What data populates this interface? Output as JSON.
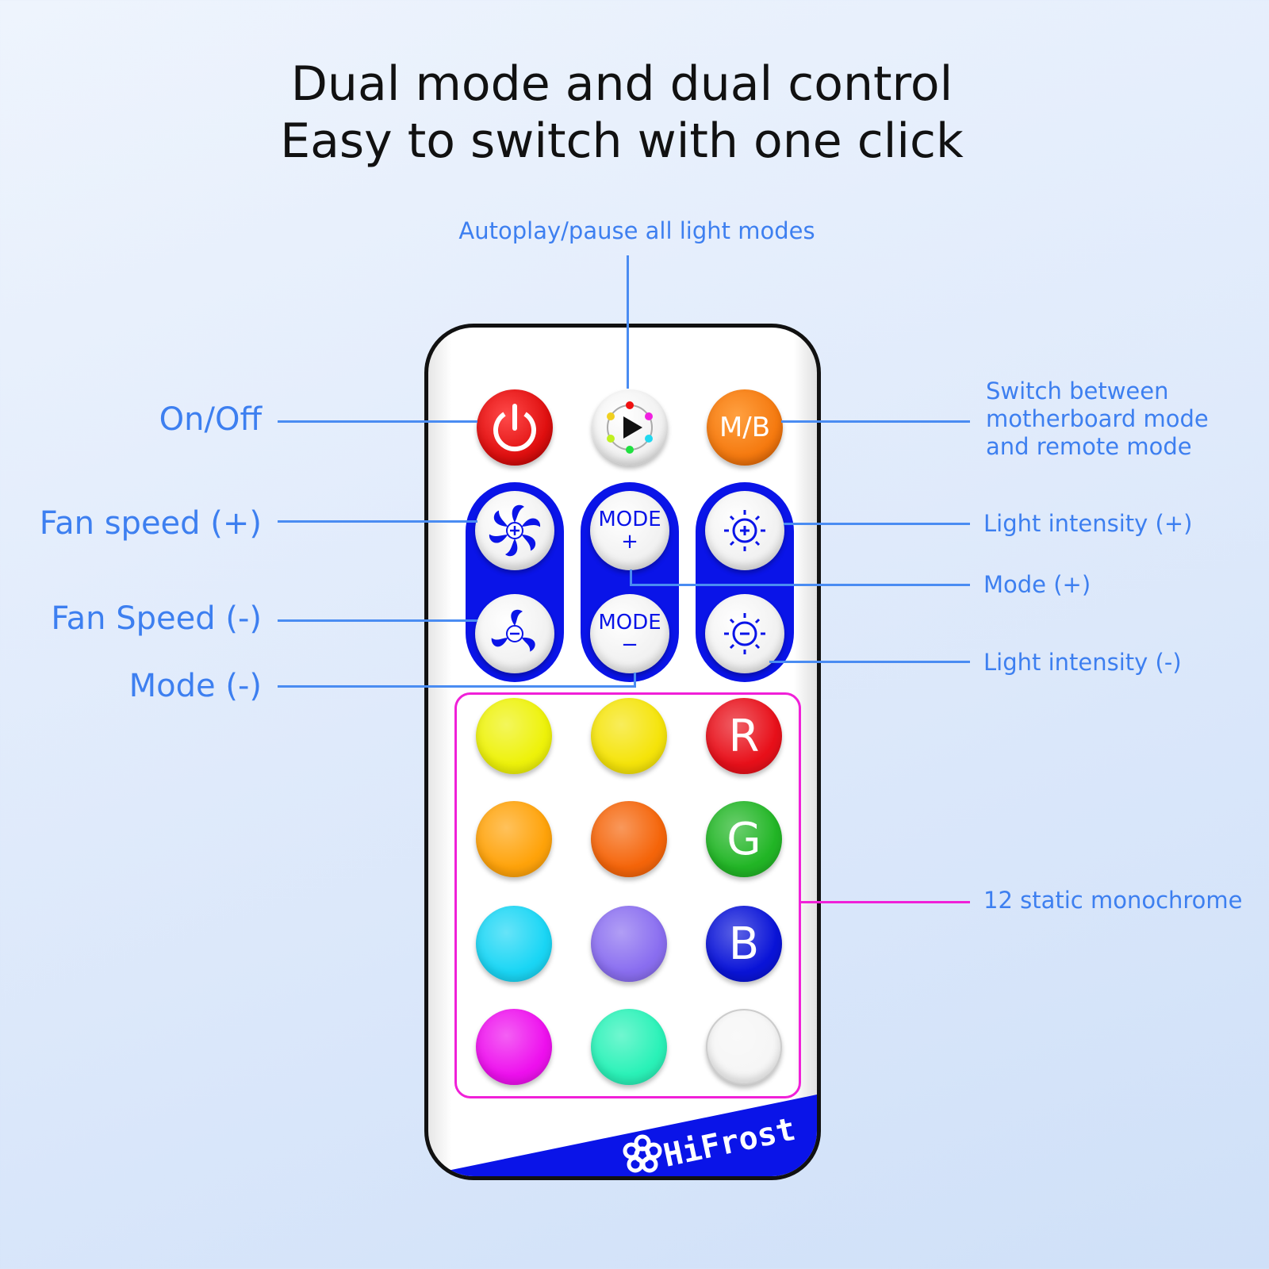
{
  "title": {
    "line1": "Dual mode and dual control",
    "line2": "Easy to switch with one click"
  },
  "callouts": {
    "autoplay": "Autoplay/pause all light modes",
    "on_off": "On/Off",
    "fan_plus": "Fan speed (+)",
    "fan_minus": "Fan Speed (-)",
    "mode_minus": "Mode (-)",
    "switch_mode": [
      "Switch between",
      "motherboard mode",
      "and remote mode"
    ],
    "light_plus": "Light intensity (+)",
    "mode_plus": "Mode (+)",
    "light_minus": "Light intensity (-)",
    "static_colors": "12 static monochrome"
  },
  "remote": {
    "mb_label": "M/B",
    "mode_label": "MODE",
    "plus": "+",
    "minus": "−",
    "brand": "HiFrost",
    "color_buttons": [
      {
        "color": "#eef20a",
        "label": ""
      },
      {
        "color": "#f5e40a",
        "label": ""
      },
      {
        "color": "#e8101a",
        "label": "R"
      },
      {
        "color": "#ffa30a",
        "label": ""
      },
      {
        "color": "#f5650a",
        "label": ""
      },
      {
        "color": "#22b626",
        "label": "G"
      },
      {
        "color": "#1ad6f5",
        "label": ""
      },
      {
        "color": "#8a6ef0",
        "label": ""
      },
      {
        "color": "#0a14d8",
        "label": "B"
      },
      {
        "color": "#ee10ee",
        "label": ""
      },
      {
        "color": "#2af2b8",
        "label": ""
      },
      {
        "color": "#f6f6f6",
        "label": ""
      }
    ]
  },
  "colors": {
    "accent": "#3d7ff0",
    "remote_blue": "#0a14e8",
    "highlight": "#f020d8"
  }
}
